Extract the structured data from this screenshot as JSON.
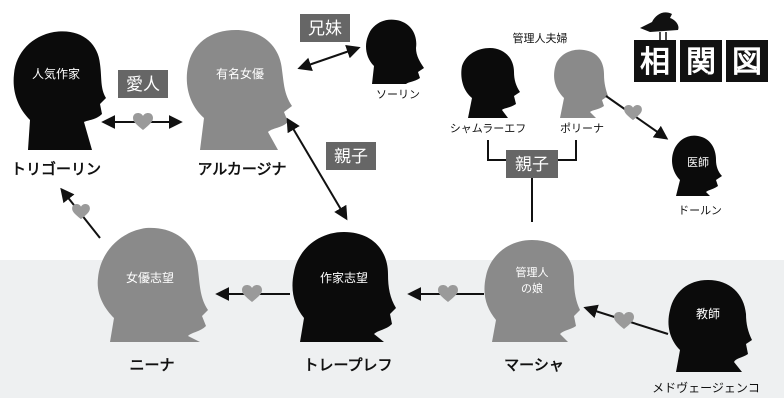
{
  "title": "相関図",
  "title_chars": [
    "相",
    "関",
    "図"
  ],
  "colors": {
    "black": "#0b0b0b",
    "gray": "#8a8a8a",
    "heart": "#9a9a9a",
    "label_bg": "#666666",
    "title_bg": "#111111"
  },
  "characters": {
    "trigorin": {
      "name": "トリゴーリン",
      "role": "人気作家"
    },
    "arkadina": {
      "name": "アルカージナ",
      "role": "有名女優"
    },
    "sorin": {
      "name": "ソーリン",
      "role": ""
    },
    "shamraev": {
      "name": "シャムラーエフ",
      "role": ""
    },
    "polina": {
      "name": "ポリーナ",
      "role": ""
    },
    "dorn": {
      "name": "ドールン",
      "role": "医師"
    },
    "nina": {
      "name": "ニーナ",
      "role": "女優志望"
    },
    "treplev": {
      "name": "トレープレフ",
      "role": "作家志望"
    },
    "masha": {
      "name": "マーシャ",
      "role_line1": "管理人",
      "role_line2": "の娘"
    },
    "medvedenko": {
      "name": "メドヴェージェンコ",
      "role": "教師"
    }
  },
  "relations": {
    "lovers": "愛人",
    "siblings": "兄妹",
    "parent_child": "親子",
    "parent_child_2": "親子",
    "steward_couple": "管理人夫婦"
  }
}
